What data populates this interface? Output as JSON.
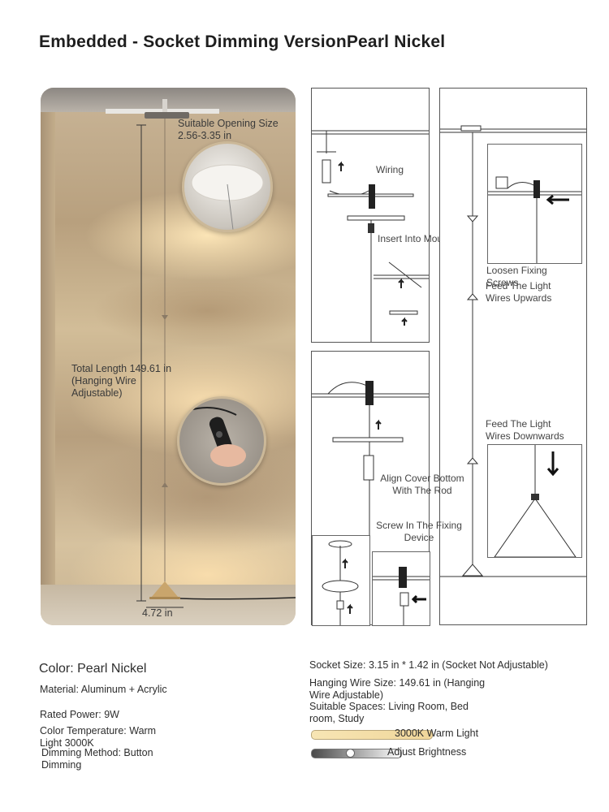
{
  "title": "Embedded - Socket Dimming VersionPearl Nickel",
  "photo": {
    "opening_label": "Suitable Opening Size 2.56-3.35 in",
    "length_label": "Total Length 149.61 in (Hanging Wire Adjustable)",
    "base_label": "4.72 in"
  },
  "steps": {
    "wiring": "Wiring",
    "insert": "Insert Into Mounting Plate",
    "loosen": "Loosen Fixing Screws",
    "feed_up": "Feed The Light Wires Upwards",
    "feed_down": "Feed The Light Wires Downwards",
    "align": "Align Cover Bottom With The Rod",
    "screw": "Screw In The Fixing Device"
  },
  "specs": {
    "color": "Color: Pearl Nickel",
    "material": "Material: Aluminum + Acrylic",
    "power": "Rated Power: 9W",
    "temperature": "Color Temperature: Warm Light 3000K",
    "dimming": "Dimming Method: Button Dimming",
    "socket": "Socket Size: 3.15 in * 1.42 in (Socket Not Adjustable)",
    "wire": "Hanging Wire Size: 149.61 in (Hanging Wire Adjustable)",
    "spaces": "Suitable Spaces: Living Room, Bed room, Study",
    "warm_light": "3000K Warm Light",
    "brightness": "Adjust Brightness"
  },
  "colors": {
    "warm_bar": "#f0d69a",
    "brightness_bar_start": "#4a4a4a",
    "brightness_bar_end": "#ffffff"
  }
}
